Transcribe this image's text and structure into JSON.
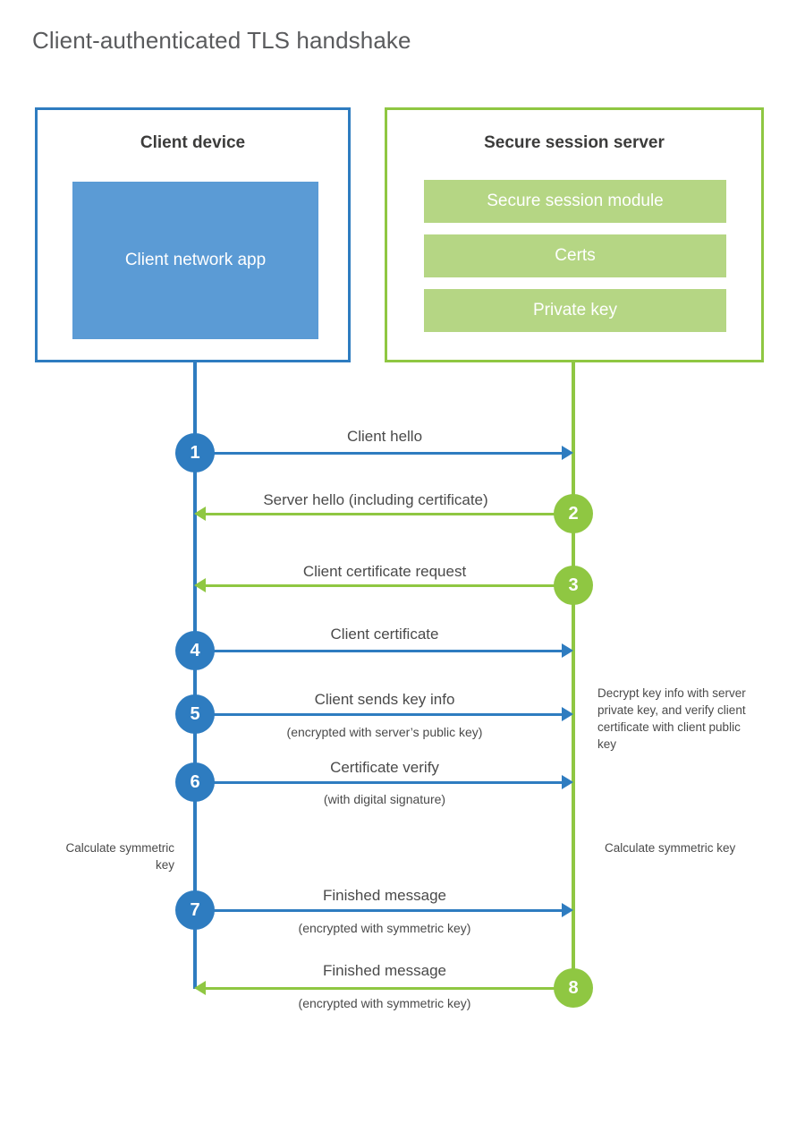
{
  "page": {
    "title": "Client-authenticated TLS handshake",
    "background": "#ffffff"
  },
  "colors": {
    "client_blue": "#2e7cc0",
    "client_app_blue": "#5b9bd5",
    "server_green": "#8fc742",
    "server_item_green": "#b5d684",
    "title_gray": "#5a5b5d",
    "text_gray": "#4a4a4a",
    "heading_dark": "#3c3c3b"
  },
  "client": {
    "title": "Client device",
    "app_label": "Client network app"
  },
  "server": {
    "title": "Secure session server",
    "items": [
      {
        "label": "Secure session module"
      },
      {
        "label": "Certs"
      },
      {
        "label": "Private key"
      }
    ]
  },
  "steps": [
    {
      "number": "1",
      "side": "client",
      "color": "blue",
      "direction": "right",
      "label": "Client hello",
      "sublabel": ""
    },
    {
      "number": "2",
      "side": "server",
      "color": "green",
      "direction": "left",
      "label": "Server hello (including certificate)",
      "sublabel": ""
    },
    {
      "number": "3",
      "side": "server",
      "color": "green",
      "direction": "left",
      "label": "Client certificate request",
      "sublabel": ""
    },
    {
      "number": "4",
      "side": "client",
      "color": "blue",
      "direction": "right",
      "label": "Client certificate",
      "sublabel": ""
    },
    {
      "number": "5",
      "side": "client",
      "color": "blue",
      "direction": "right",
      "label": "Client sends key info",
      "sublabel": "(encrypted with server’s public key)"
    },
    {
      "number": "6",
      "side": "client",
      "color": "blue",
      "direction": "right",
      "label": "Certificate verify",
      "sublabel": "(with digital signature)"
    },
    {
      "number": "7",
      "side": "client",
      "color": "blue",
      "direction": "right",
      "label": "Finished message",
      "sublabel": "(encrypted with symmetric key)"
    },
    {
      "number": "8",
      "side": "server",
      "color": "green",
      "direction": "left",
      "label": "Finished message",
      "sublabel": "(encrypted with symmetric key)"
    }
  ],
  "notes": {
    "server_decrypt": "Decrypt key info with server private key, and verify client certificate with client public key",
    "client_calc": "Calculate symmetric key",
    "server_calc": "Calculate symmetric key"
  }
}
